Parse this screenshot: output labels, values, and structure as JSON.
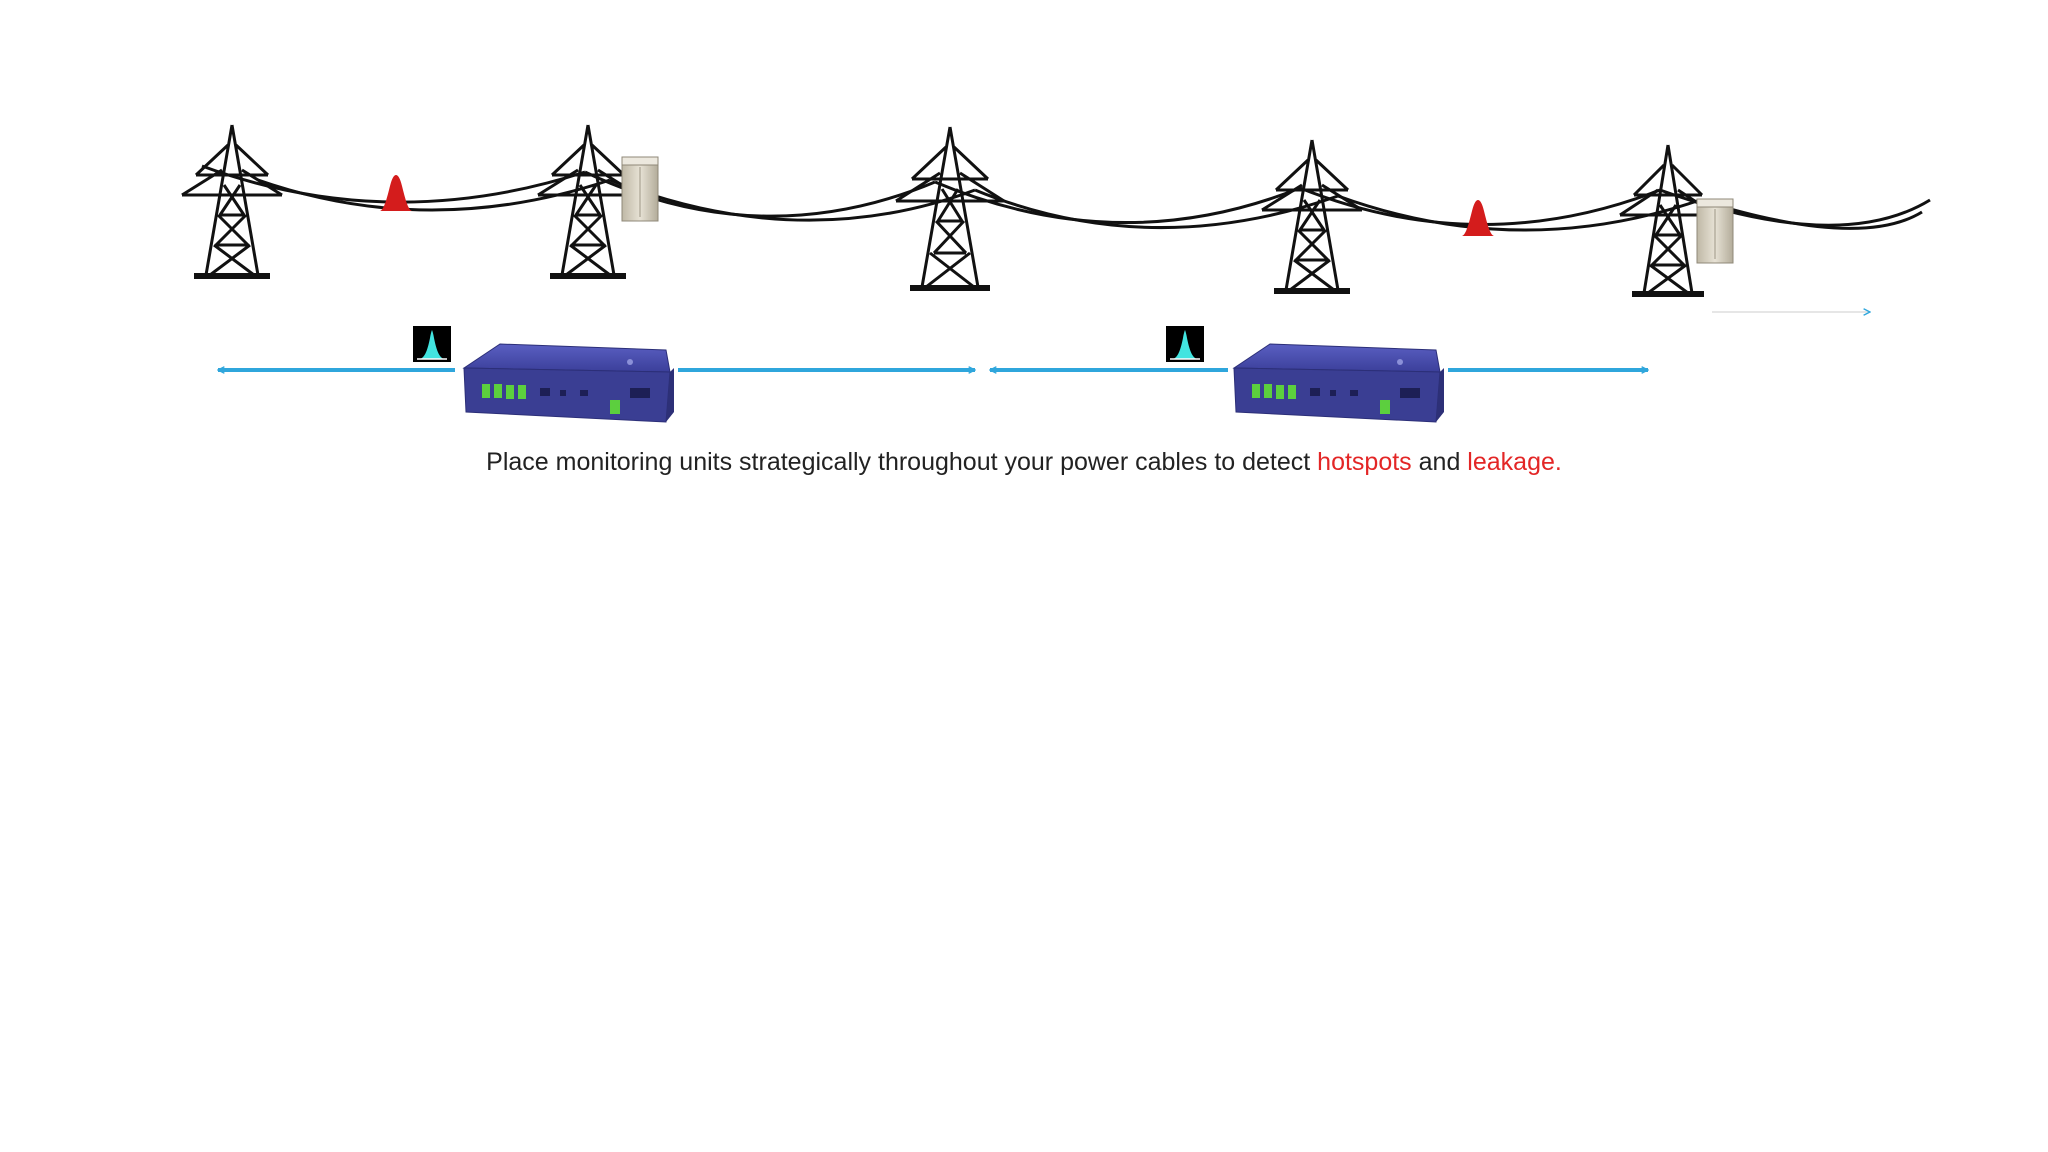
{
  "caption": {
    "text_before": "Place monitoring units strategically throughout your power cables to detect ",
    "highlight_1": "hotspots",
    "text_middle": " and ",
    "highlight_2": "leakage",
    "text_after": "."
  },
  "diagram": {
    "tower_count": 5,
    "hotspot_markers": 2,
    "cabinets": 2,
    "monitoring_units": 2,
    "signal_icons": 2
  },
  "colors": {
    "background": "#ffffff",
    "tower": "#111111",
    "cable": "#111111",
    "hotspot": "#d41c1c",
    "range_arrow": "#2fa6dc",
    "unit_body": "#3b3f9a",
    "unit_led": "#5ccf3e",
    "signal_peak": "#42e4e0",
    "cabinet": "#d8d2c2",
    "caption_text": "#222222",
    "caption_highlight": "#e32626"
  }
}
